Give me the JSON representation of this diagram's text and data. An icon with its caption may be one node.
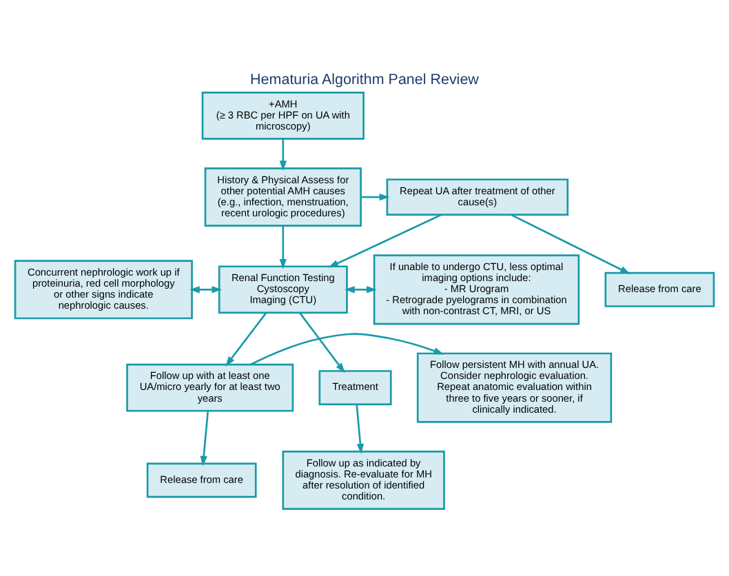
{
  "diagram": {
    "title": "Hematuria Algorithm Panel Review",
    "nodes": [
      {
        "text": [
          "+AMH",
          "(≥ 3 RBC per HPF on UA with microscopy)"
        ]
      },
      {
        "text": [
          "History & Physical Assess for other potential AMH causes",
          "(e.g., infection, menstruation, recent urologic procedures)"
        ]
      },
      {
        "text": [
          "Repeat UA after treatment of other cause(s)"
        ]
      },
      {
        "text": [
          "Release from care"
        ]
      },
      {
        "text": [
          "Concurrent nephrologic work up if proteinuria, red cell morphology or other signs indicate nephrologic causes."
        ]
      },
      {
        "text": [
          "Renal Function Testing",
          "Cystoscopy",
          "Imaging (CTU)"
        ]
      },
      {
        "text": [
          "If unable to undergo CTU, less optimal imaging options include:",
          "- MR Urogram",
          "- Retrograde pyelograms in combination with non-contrast CT, MRI, or US"
        ]
      },
      {
        "text": [
          "Treatment"
        ]
      },
      {
        "text": [
          "Follow up with at least one UA/micro yearly for at least two years"
        ]
      },
      {
        "text": [
          "Follow persistent MH with annual UA. Consider nephrologic evaluation. Repeat anatomic evaluation within three to five years or sooner, if clinically indicated."
        ]
      },
      {
        "text": [
          "Follow up as indicated by diagnosis. Re-evaluate for MH after resolution of identified condition."
        ]
      },
      {
        "text": [
          "Release from care"
        ]
      }
    ],
    "edges": [
      {
        "from": 0,
        "to": 1,
        "arrow": "to"
      },
      {
        "from": 1,
        "to": 2,
        "arrow": "to"
      },
      {
        "from": 2,
        "to": 3,
        "arrow": "to"
      },
      {
        "from": 2,
        "to": 5,
        "arrow": "to"
      },
      {
        "from": 1,
        "to": 5,
        "arrow": "to"
      },
      {
        "from": 4,
        "to": 5,
        "arrow": "both"
      },
      {
        "from": 5,
        "to": 6,
        "arrow": "both"
      },
      {
        "from": 5,
        "to": 7,
        "arrow": "to"
      },
      {
        "from": 7,
        "to": 10,
        "arrow": "to"
      },
      {
        "from": 5,
        "to": 8,
        "arrow": "to"
      },
      {
        "from": 8,
        "to": 9,
        "arrow": "to"
      },
      {
        "from": 8,
        "to": 11,
        "arrow": "to"
      }
    ]
  }
}
